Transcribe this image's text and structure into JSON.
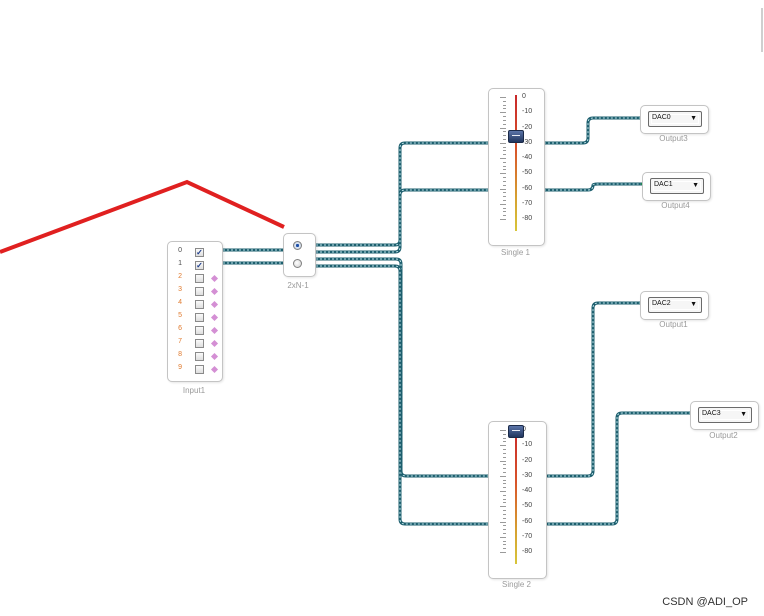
{
  "input_block": {
    "label": "Input1",
    "channels": [
      {
        "num": "0",
        "checked": true
      },
      {
        "num": "1",
        "checked": true
      },
      {
        "num": "2",
        "checked": false
      },
      {
        "num": "3",
        "checked": false
      },
      {
        "num": "4",
        "checked": false
      },
      {
        "num": "5",
        "checked": false
      },
      {
        "num": "6",
        "checked": false
      },
      {
        "num": "7",
        "checked": false
      },
      {
        "num": "8",
        "checked": false
      },
      {
        "num": "9",
        "checked": false
      }
    ],
    "check_glyph": "✓"
  },
  "mux_block": {
    "label": "2xN-1",
    "selected_input": 0
  },
  "volume_blocks": [
    {
      "label": "Single 1",
      "level_db": -25
    },
    {
      "label": "Single 2",
      "level_db": 0
    }
  ],
  "scale_labels": [
    "0",
    "-10",
    "-20",
    "-30",
    "-40",
    "-50",
    "-60",
    "-70",
    "-80"
  ],
  "outputs": [
    {
      "label": "Output3",
      "dac": "DAC0"
    },
    {
      "label": "Output4",
      "dac": "DAC1"
    },
    {
      "label": "Output1",
      "dac": "DAC2"
    },
    {
      "label": "Output2",
      "dac": "DAC3"
    }
  ],
  "dropdown_arrow": "▼",
  "watermark": "CSDN @ADI_OP",
  "colors": {
    "wire": "#1d5f6e",
    "wire_highlight": "#bfe3ea",
    "port_in": "#1a9a3c",
    "port_out": "#1f40d8",
    "port_unused": "#d48fd4",
    "annotation": "#e02020",
    "row_num_active": "#4a4a4a",
    "row_num_inactive": "#e07a2e"
  }
}
